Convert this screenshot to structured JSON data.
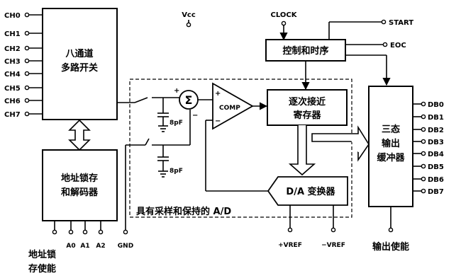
{
  "channels": [
    "CH0",
    "CH1",
    "CH2",
    "CH3",
    "CH4",
    "CH5",
    "CH6",
    "CH7"
  ],
  "mux": {
    "line1": "八通道",
    "line2": "多路开关"
  },
  "addr_latch": {
    "line1": "地址锁存",
    "line2": "和解码器"
  },
  "addr_pins": [
    "A0",
    "A1",
    "A2"
  ],
  "gnd": "GND",
  "addr_enable": {
    "line1": "地址锁",
    "line2": "存使能"
  },
  "vcc": "Vcc",
  "clock": "CLOCK",
  "start": "START",
  "eoc": "EOC",
  "control": "控制和时序",
  "sar": {
    "line1": "逐次接近",
    "line2": "寄存器"
  },
  "comp": "COMP",
  "sigma": "Σ",
  "plus": "+",
  "minus": "−",
  "cap1": "8pF",
  "cap2": "8pF",
  "dac": "D/A 变换器",
  "sh_label": "具有采样和保持的 A/D",
  "vref_plus": "+VREF",
  "vref_minus": "−VREF",
  "buffer": {
    "line1": "三态",
    "line2": "输出",
    "line3": "缓冲器"
  },
  "outputs": [
    "DB0",
    "DB1",
    "DB2",
    "DB3",
    "DB4",
    "DB5",
    "DB6",
    "DB7"
  ],
  "out_enable": "输出使能"
}
